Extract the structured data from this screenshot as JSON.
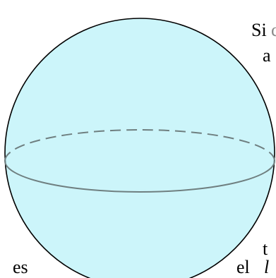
{
  "colors": {
    "sphere_fill": "#ccf5fa",
    "sphere_outline": "#000000",
    "equator_front": "#6f7f80",
    "equator_back": "#6f7f80",
    "text": "#000000"
  },
  "text_fragments": {
    "top_right": "Si",
    "top_right_cut": "c",
    "line2": "a",
    "lower_right": "t",
    "bottom_left": "es",
    "bottom_right": "el",
    "bottom_right_italic": "l"
  }
}
